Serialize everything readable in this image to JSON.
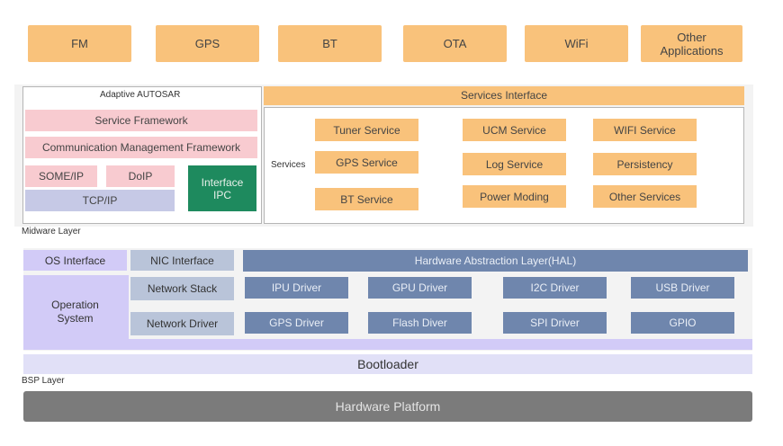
{
  "apps": [
    "FM",
    "GPS",
    "BT",
    "OTA",
    "WiFi",
    "Other Applications"
  ],
  "adaptive": {
    "title": "Adaptive AUTOSAR",
    "service_framework": "Service Framework",
    "comm_framework": "Communication Management Framework",
    "someip": "SOME/IP",
    "doip": "DoIP",
    "tcpip": "TCP/IP",
    "interface_ipc": "Interface IPC"
  },
  "services": {
    "interface": "Services Interface",
    "label": "Services",
    "items": [
      "Tuner Service",
      "UCM Service",
      "WIFI Service",
      "GPS Service",
      "Log Service",
      "Persistency",
      "BT Service",
      "Power Moding",
      "Other Services"
    ]
  },
  "midware_label": "Midware Layer",
  "os_interface": "OS Interface",
  "nic_interface": "NIC Interface",
  "hal": "Hardware  Abstraction Layer(HAL)",
  "operation_system": "Operation System",
  "network_stack": "Network Stack",
  "network_driver": "Network Driver",
  "drivers": [
    "IPU Driver",
    "GPU Driver",
    "I2C Driver",
    "USB Driver",
    "GPS Driver",
    "Flash Diver",
    "SPI Driver",
    "GPIO"
  ],
  "bootloader": "Bootloader",
  "bsp_label": "BSP Layer",
  "hardware_platform": "Hardware Platform",
  "colors": {
    "app_orange": "#f9c27b",
    "hal_blue": "#6f86ad",
    "ipc_green": "#1e8a5e",
    "os_purple": "#d2cbf7",
    "platform_gray": "#7b7b7b"
  }
}
